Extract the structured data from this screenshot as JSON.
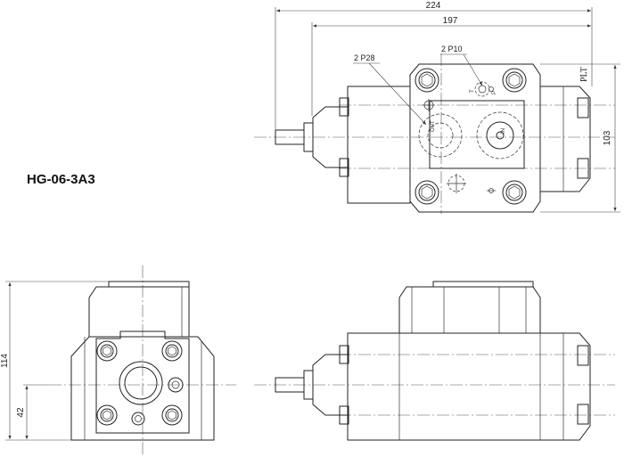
{
  "model": "HG-06-3A3",
  "dimensions": {
    "overall_width": "224",
    "body_width": "197",
    "height_top_view": "103",
    "height_side_view": "114",
    "center_height": "42"
  },
  "ports": {
    "p28": "2 P28",
    "p10": "2 P10",
    "plt": "PLT",
    "port_t": "T",
    "port_p": "P",
    "port_in": "IN",
    "port_out": "OUT"
  }
}
